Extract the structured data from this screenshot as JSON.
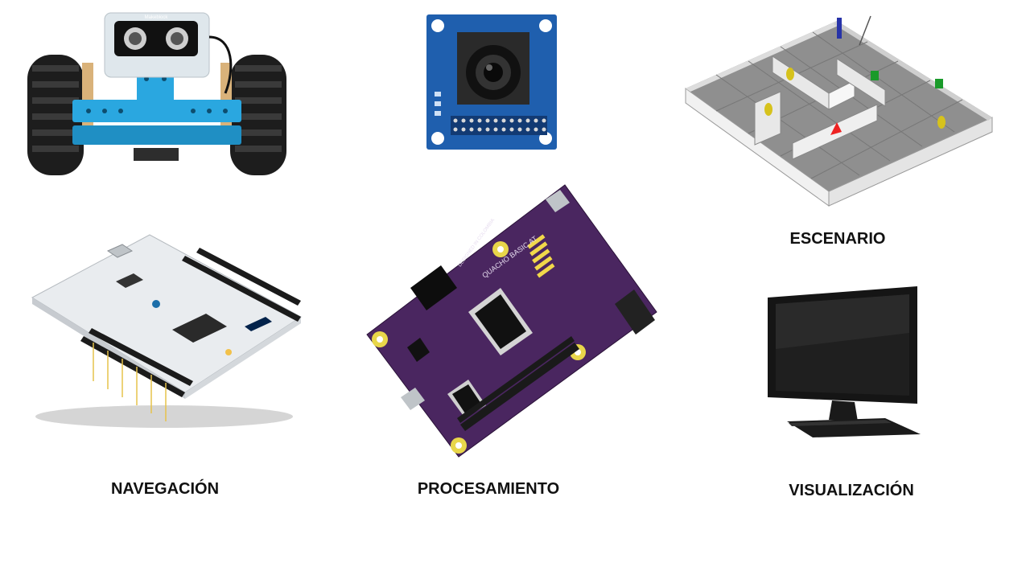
{
  "labels": {
    "escenario": "ESCENARIO",
    "navegacion": "NAVEGACIÓN",
    "procesamiento": "PROCESAMIENTO",
    "visualizacion": "VISUALIZACIÓN"
  },
  "robot": {
    "brand_text": "Makeblock"
  },
  "fpga_board": {
    "silk_title": "QUACHO BASIC AT",
    "silk_text": "DESIGNED IN COLOMBIA"
  },
  "colors": {
    "robot_frame": "#2aa7e0",
    "camera_pcb": "#1f5fae",
    "fpga_pcb": "#4a2660",
    "nucleo_pcb": "#e9ecef",
    "maze_floor": "#8f8f8f",
    "monitor": "#151515"
  }
}
